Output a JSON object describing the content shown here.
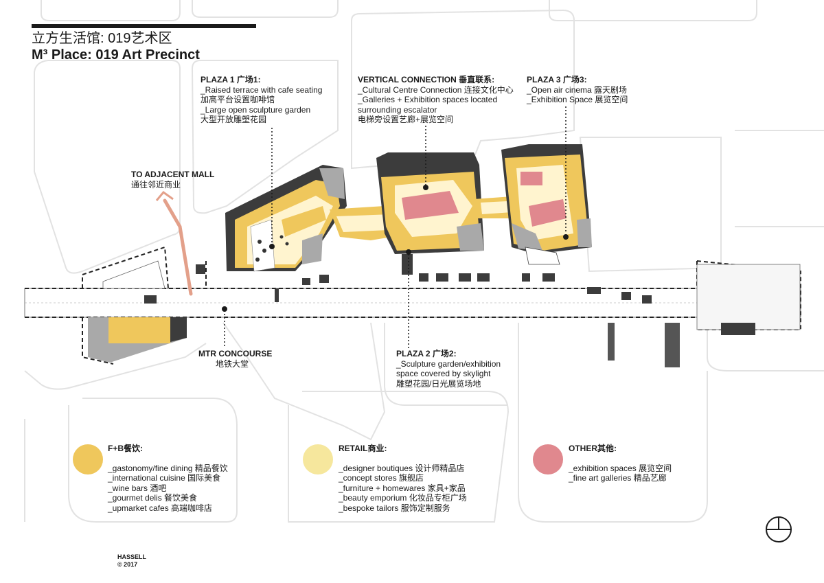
{
  "title": {
    "zh": "立方生活馆: 019艺术区",
    "en": "M³ Place: 019 Art Precinct"
  },
  "annotations": {
    "plaza1": {
      "heading": "PLAZA 1 广场1:",
      "lines": [
        "_Raised terrace with cafe seating",
        "加高平台设置咖啡馆",
        "_Large open sculpture garden",
        "大型开放雕塑花园"
      ]
    },
    "vertical": {
      "heading": "VERTICAL CONNECTION 垂直联系:",
      "lines": [
        "_Cultural Centre Connection 连接文化中心",
        "_Galleries + Exhibition spaces located",
        "surrounding escalator",
        "电梯旁设置艺廊+展览空间"
      ]
    },
    "plaza3": {
      "heading": "PLAZA 3 广场3:",
      "lines": [
        "_Open air cinema 露天剧场",
        "_Exhibition Space 展览空间"
      ]
    },
    "mall": {
      "heading": "TO ADJACENT MALL",
      "lines": [
        "通往邻近商业"
      ]
    },
    "mtr": {
      "heading": "MTR CONCOURSE",
      "lines": [
        "地铁大堂"
      ]
    },
    "plaza2": {
      "heading": "PLAZA 2 广场2:",
      "lines": [
        "_Sculpture garden/exhibition",
        "space covered by skylight",
        "雕塑花园/日光展览场地"
      ]
    }
  },
  "legend": [
    {
      "heading": "F+B餐饮:",
      "color": "#efc75c",
      "items": [
        "_gastonomy/fine dining 精品餐饮",
        "_international cuisine 国际美食",
        "_wine bars 酒吧",
        "_gourmet delis 餐饮美食",
        "_upmarket cafes 高端咖啡店"
      ]
    },
    {
      "heading": "RETAIL商业:",
      "color": "#f6e79d",
      "items": [
        "_designer boutiques 设计师精品店",
        "_concept stores 旗舰店",
        "_furniture + homewares 家具+家品",
        "_beauty emporium 化妆品专柜广场",
        "_bespoke tailors 服饰定制服务"
      ]
    },
    {
      "heading": "OTHER其他:",
      "color": "#e0888e",
      "items": [
        "_exhibition spaces 展览空间",
        "_fine art galleries 精品艺廊"
      ]
    }
  ],
  "credit": {
    "firm": "HASSELL",
    "year": "© 2017"
  },
  "colors": {
    "fb": "#efc75c",
    "retail": "#f6e79d",
    "other": "#e0888e",
    "dark": "#3c3c3c",
    "grey": "#a9a9a9",
    "plaza": "#fff4cf",
    "arrow": "#e3a08a"
  }
}
